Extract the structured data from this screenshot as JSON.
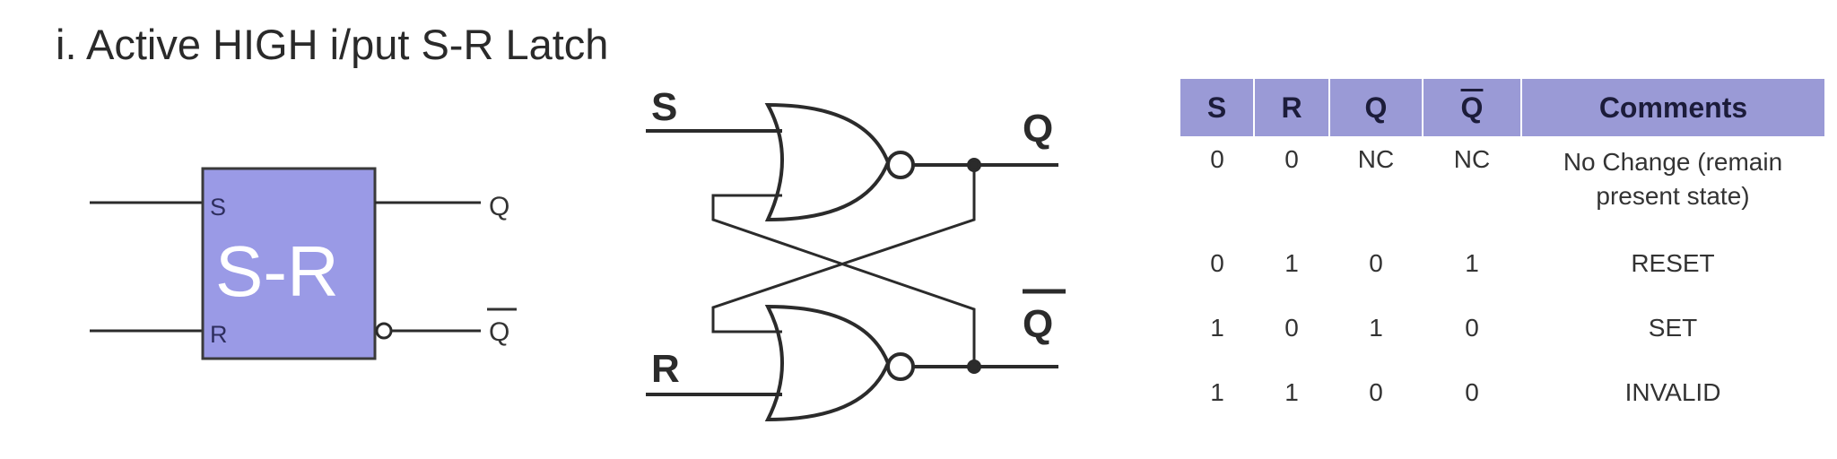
{
  "title": "i. Active HIGH i/put S-R Latch",
  "block": {
    "label": "S-R",
    "input_s": "S",
    "input_r": "R",
    "output_q": "Q",
    "output_qbar": "Q"
  },
  "gates": {
    "input_s": "S",
    "input_r": "R",
    "output_q": "Q",
    "output_qbar": "Q"
  },
  "truth_table": {
    "headers": [
      "S",
      "R",
      "Q",
      "Q",
      "Comments"
    ],
    "rows": [
      [
        "0",
        "0",
        "NC",
        "NC",
        "No Change (remain present state)"
      ],
      [
        "0",
        "1",
        "0",
        "1",
        "RESET"
      ],
      [
        "1",
        "0",
        "1",
        "0",
        "SET"
      ],
      [
        "1",
        "1",
        "0",
        "0",
        "INVALID"
      ]
    ]
  },
  "colors": {
    "block_fill": "#9a9ae6",
    "header_fill": "#9a9ad6",
    "line": "#2b2b2b"
  }
}
